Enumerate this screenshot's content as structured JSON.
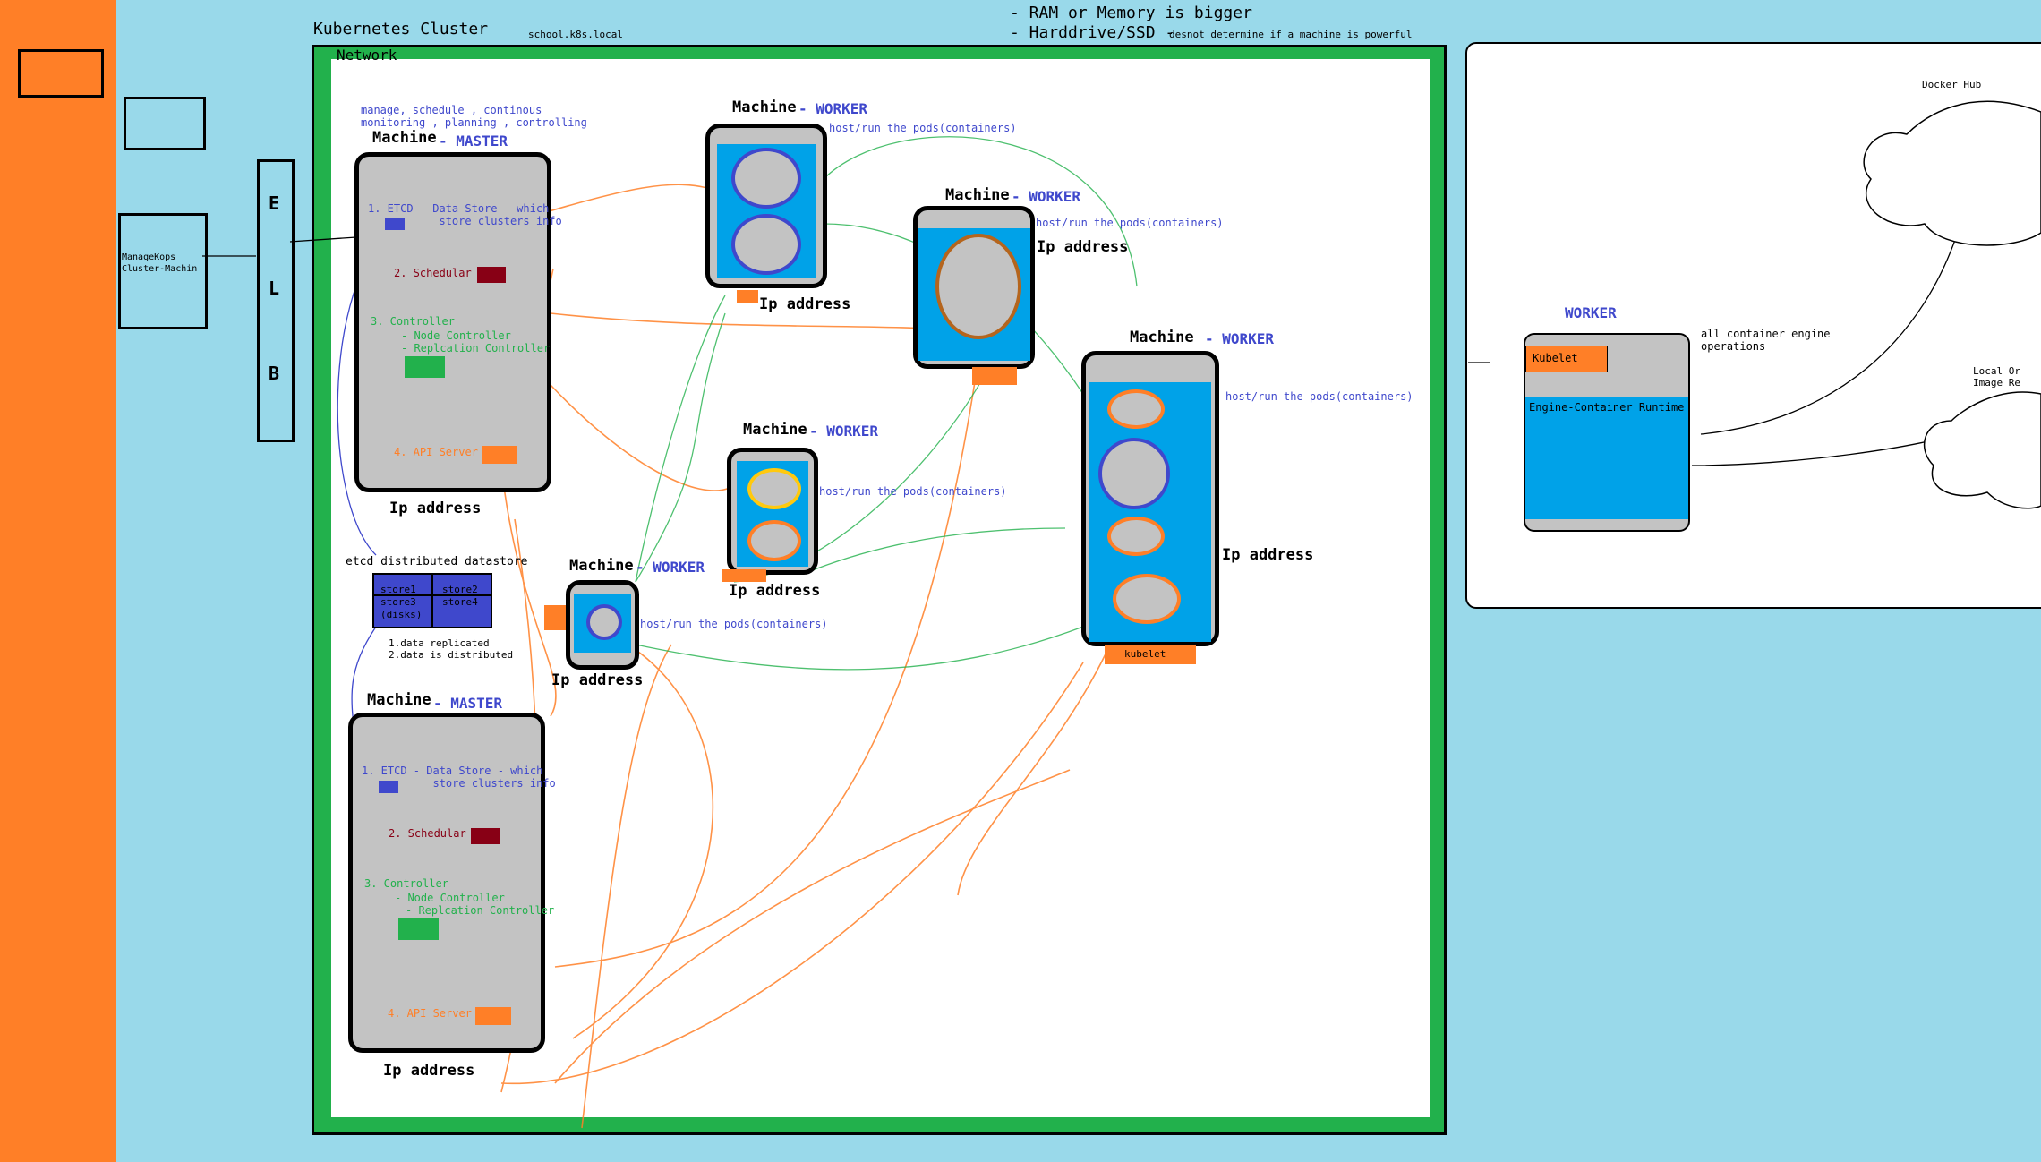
{
  "title": {
    "cluster": "Kubernetes Cluster",
    "domain": "school.k8s.local",
    "network": "Network"
  },
  "notes": {
    "ram": "- RAM or Memory is bigger",
    "disk": "- Harddrive/SSD -",
    "disk_small": "desnot determine if a machine is powerful"
  },
  "manage_kops": "ManageKops\nCluster-Machin",
  "elb": [
    "E",
    "L",
    "B"
  ],
  "master_note": "manage, schedule , continous\nmonitoring , planning , controlling",
  "master1": {
    "machine": "Machine",
    "role": "- MASTER",
    "etcd": "1. ETCD - Data Store - which\n           store clusters info",
    "schedular": "2. Schedular",
    "controller": "3. Controller",
    "node_controller": "- Node Controller",
    "replication_controller": "- Replcation Controller",
    "api": "4. API Server",
    "ip": "Ip address"
  },
  "master2": {
    "machine": "Machine",
    "role": "- MASTER",
    "etcd": "1. ETCD - Data Store - which\n           store clusters info",
    "schedular": "2. Schedular",
    "controller": "3. Controller",
    "node_controller": "- Node Controller",
    "replication_controller": "- Replcation Controller",
    "api": "4. API Server",
    "ip": "Ip address"
  },
  "etcd_store": {
    "title": "etcd distributed datastore",
    "store1": "store1",
    "store2": "store2",
    "store3": "store3\n(disks)",
    "store4": "store4",
    "note": "1.data replicated\n2.data is distributed"
  },
  "workers": [
    {
      "machine": "Machine",
      "role": "- WORKER",
      "pods": "host/run the pods(containers)",
      "ip": "Ip address"
    },
    {
      "machine": "Machine",
      "role": "- WORKER",
      "pods": "host/run the pods(containers)",
      "ip": "Ip address"
    },
    {
      "machine": "Machine",
      "role": "- WORKER",
      "pods": "host/run the pods(containers)",
      "ip": "Ip address"
    },
    {
      "machine": "Machine",
      "role": "- WORKER",
      "pods": "host/run the pods(containers)",
      "ip": "Ip address"
    },
    {
      "machine": "Machine",
      "role": "- WORKER",
      "pods": "host/run the pods(containers)",
      "ip": "Ip address",
      "kubelet": "kubelet"
    }
  ],
  "right_panel": {
    "docker_hub": "Docker Hub",
    "worker": "WORKER",
    "kubelet": "Kubelet",
    "runtime": "Engine-Container Runtime",
    "ops": "all container engine\noperations",
    "local": "Local Or\nImage Re"
  },
  "colors": {
    "background": "#99d9ea",
    "orange": "#ff7f27",
    "green": "#22b14c",
    "blue": "#3f48cc",
    "sky": "#00a2e8",
    "gray": "#c3c3c3",
    "darkred": "#880015"
  }
}
